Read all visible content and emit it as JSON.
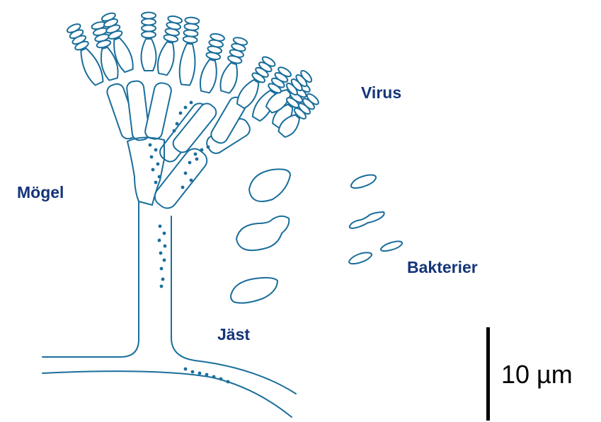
{
  "labels": {
    "mould": "Mögel",
    "virus": "Virus",
    "bacteria": "Bakterier",
    "yeast": "Jäst"
  },
  "scale_bar": {
    "text": "10 µm"
  },
  "colors": {
    "line": "#1a6e9b",
    "label": "#15357a",
    "scale": "#000000",
    "background": "#ffffff"
  }
}
